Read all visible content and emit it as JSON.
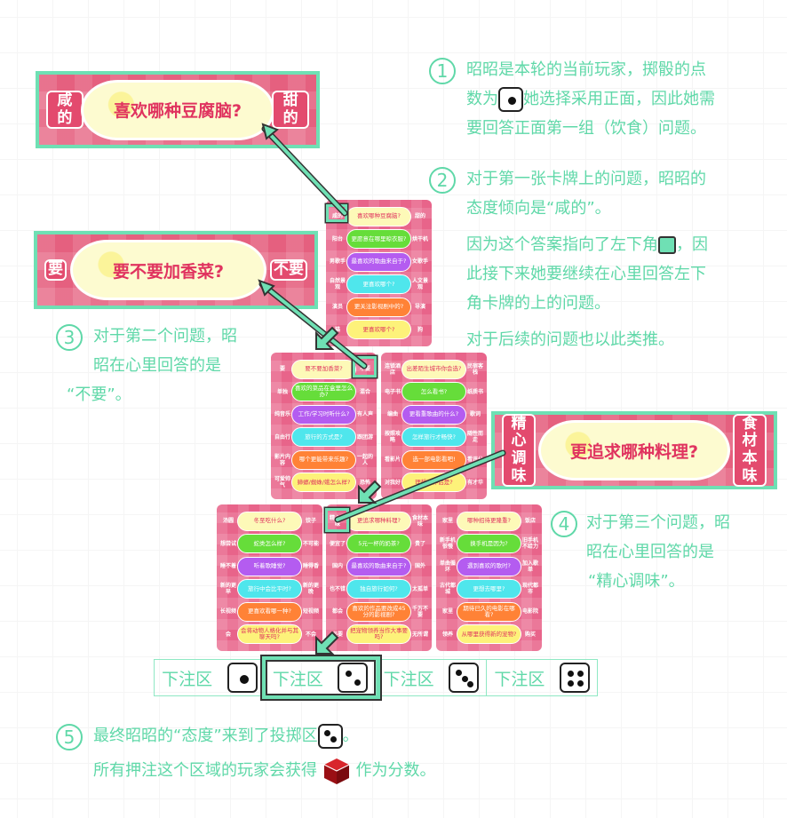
{
  "banners": [
    {
      "left": "咸的",
      "question": "喜欢哪种豆腐脑?",
      "right": "甜的"
    },
    {
      "left": "要",
      "question": "要不要加香菜?",
      "right": "不要"
    },
    {
      "left": "精心调味",
      "question": "更追求哪种料理?",
      "right": "食材本味"
    }
  ],
  "steps": {
    "s1_num": "1",
    "s1_a": "昭昭是本轮的当前玩家，掷骰的点",
    "s1_b": "数为",
    "s1_c": "她选择采用正面，因此她需",
    "s1_d": "要回答正面第一组（饮食）问题。",
    "s2_num": "2",
    "s2_a": "对于第一张卡牌上的问题，昭昭的",
    "s2_b": "态度倾向是“咸的”。",
    "s2_c": "因为这个答案指向了左下角",
    "s2_c2": "，因",
    "s2_d": "此接下来她要继续在心里回答左下",
    "s2_e": "角卡牌的上的问题。",
    "s2_f": "对于后续的问题也以此类推。",
    "s3_num": "3",
    "s3_a": "对于第二个问题，昭",
    "s3_b": "昭在心里回答的是",
    "s3_c": "“不要”。",
    "s4_num": "4",
    "s4_a": "对于第三个问题，昭",
    "s4_b": "昭在心里回答的是",
    "s4_c": "“精心调味”。",
    "s5_num": "5",
    "s5_a": "最终昭昭的“态度”来到了投掷区",
    "s5_b": "。",
    "s5_c": "所有押注这个区域的玩家会获得",
    "s5_d": "作为分数。"
  },
  "bet_zones": [
    {
      "label": "下注区",
      "die": 1
    },
    {
      "label": "下注区",
      "die": 2
    },
    {
      "label": "下注区",
      "die": 3
    },
    {
      "label": "下注区",
      "die": 4
    }
  ],
  "selected_zone": 2,
  "cards": [
    [
      [
        "咸的",
        "喜欢哪种豆腐脑?",
        "甜的"
      ],
      [
        "阳台",
        "更愿意在哪里晾衣服?",
        "烘干机"
      ],
      [
        "男歌手",
        "最喜欢的歌曲来自于?",
        "女歌手"
      ],
      [
        "自然景观",
        "更喜欢哪个?",
        "人文景观"
      ],
      [
        "演员",
        "更关注影视剧中的?",
        "导演"
      ],
      [
        "猫",
        "更喜欢哪个?",
        "狗"
      ]
    ],
    [
      [
        "要",
        "要不要加香菜?",
        "不要"
      ],
      [
        "单独",
        "喜欢的菜品在盒里怎么办?",
        "混合"
      ],
      [
        "纯音乐",
        "工作/学习时听什么?",
        "有人声"
      ],
      [
        "自由行",
        "旅行的方式是?",
        "跟团游"
      ],
      [
        "影片内容",
        "哪个更能带来乐趣?",
        "一起的人"
      ],
      [
        "可爱帅气",
        "蟑螂/蜘蛛/蛾怎么样?",
        "恐怖"
      ]
    ],
    [
      [
        "连锁酒店",
        "出差陌生城市你会选?",
        "民宿客栈"
      ],
      [
        "电子书",
        "怎么看书?",
        "纸质书"
      ],
      [
        "编曲",
        "更看重歌曲的什么?",
        "歌词"
      ],
      [
        "按照攻略",
        "怎样旅行才畅快?",
        "随性而走"
      ],
      [
        "看影片",
        "选一部电影看吧!",
        "看评分"
      ],
      [
        "对我好",
        "理想的伴侣是?",
        "有才华"
      ]
    ],
    [
      [
        "汤圆",
        "冬至吃什么?",
        "饺子"
      ],
      [
        "想尝试",
        "蛇类怎么样?",
        "不可能"
      ],
      [
        "睡不着",
        "听着歌睡觉?",
        "睡得香"
      ],
      [
        "新的更早",
        "旅行中会比平时?",
        "新的更晚"
      ],
      [
        "长视频",
        "更喜欢看哪一种?",
        "短视频"
      ],
      [
        "会",
        "会将动物人格化并与其聊天吗?",
        "不会"
      ]
    ],
    [
      [
        "精心调味",
        "更追求哪种料理?",
        "食材本味"
      ],
      [
        "便宜了",
        "5元一杯的奶茶?",
        "贵了"
      ],
      [
        "国内",
        "最喜欢的歌曲来自于?",
        "国外"
      ],
      [
        "也不错",
        "独自旅行如何?",
        "太孤单"
      ],
      [
        "都会",
        "喜欢的作品要改成45分的影视剧?",
        "千万不要"
      ],
      [
        "必要",
        "把宠物领养当作大事要吗?",
        "无所谓"
      ]
    ],
    [
      [
        "家里",
        "哪种招待更隆重?",
        "饭店"
      ],
      [
        "新手机很慢",
        "换手机是因为?",
        "旧手机不给力"
      ],
      [
        "单曲循环",
        "遇到喜欢的歌时?",
        "加入歌单"
      ],
      [
        "古代都城",
        "更想去哪里?",
        "现代都市"
      ],
      [
        "家里",
        "期待已久的电影在哪看?",
        "电影院"
      ],
      [
        "领养",
        "从哪里获得新的宠物?",
        "购买"
      ]
    ]
  ],
  "colors": {
    "accent": "#5fd8a8",
    "card": "#e8648a",
    "text_pink": "#e0335f"
  }
}
